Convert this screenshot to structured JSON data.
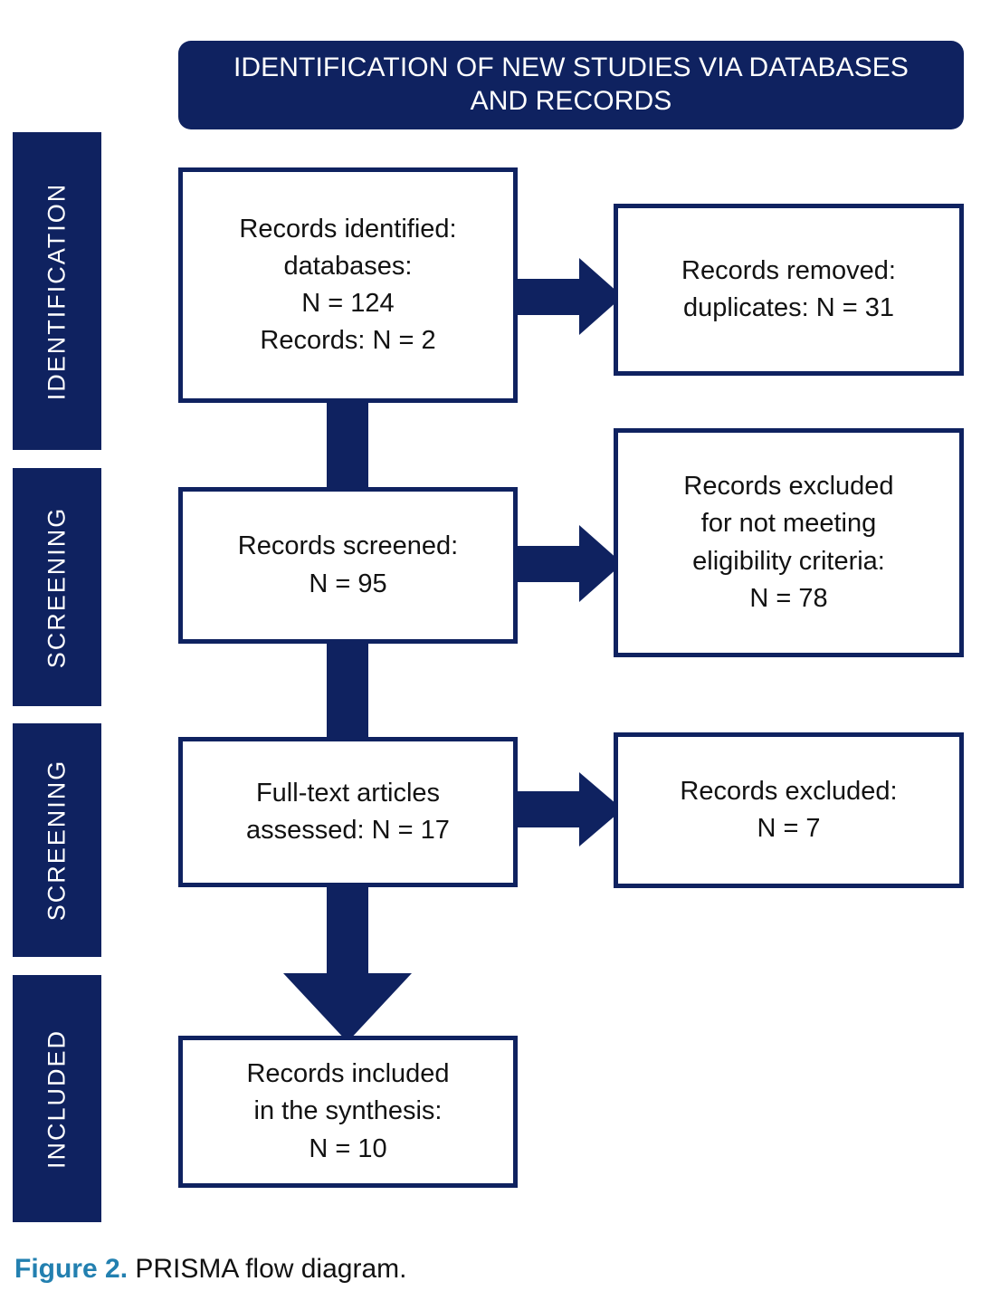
{
  "figure": {
    "header_title": "IDENTIFICATION OF NEW STUDIES VIA DATABASES AND RECORDS",
    "caption_label": "Figure 2.",
    "caption_text": " PRISMA flow diagram.",
    "colors": {
      "navy": "#0F2260",
      "teal": "#2380B0",
      "box_fill": "#FFFFFF",
      "text": "#121212"
    }
  },
  "stages": [
    {
      "label": "IDENTIFICATION"
    },
    {
      "label": "SCREENING"
    },
    {
      "label": "SCREENING"
    },
    {
      "label": "INCLUDED"
    }
  ],
  "flow": {
    "left_column": [
      {
        "name": "records-identified",
        "text": "Records identified:\ndatabases:\nN = 124\nRecords: N = 2",
        "counts": {
          "databases": 124,
          "records": 2
        }
      },
      {
        "name": "records-screened",
        "text": "Records screened:\nN = 95",
        "counts": {
          "screened": 95
        }
      },
      {
        "name": "full-text-assessed",
        "text": "Full-text articles\nassessed: N = 17",
        "counts": {
          "assessed": 17
        }
      },
      {
        "name": "records-included",
        "text": "Records included\nin the synthesis:\nN = 10",
        "counts": {
          "included": 10
        }
      }
    ],
    "right_column": [
      {
        "name": "records-removed-duplicates",
        "text": "Records removed:\nduplicates: N = 31",
        "counts": {
          "duplicates": 31
        }
      },
      {
        "name": "records-excluded-eligibility",
        "text": "Records excluded\nfor not meeting\neligibility criteria:\nN = 78",
        "counts": {
          "excluded": 78
        }
      },
      {
        "name": "records-excluded-fulltext",
        "text": "Records excluded:\nN = 7",
        "counts": {
          "excluded": 7
        }
      }
    ]
  }
}
